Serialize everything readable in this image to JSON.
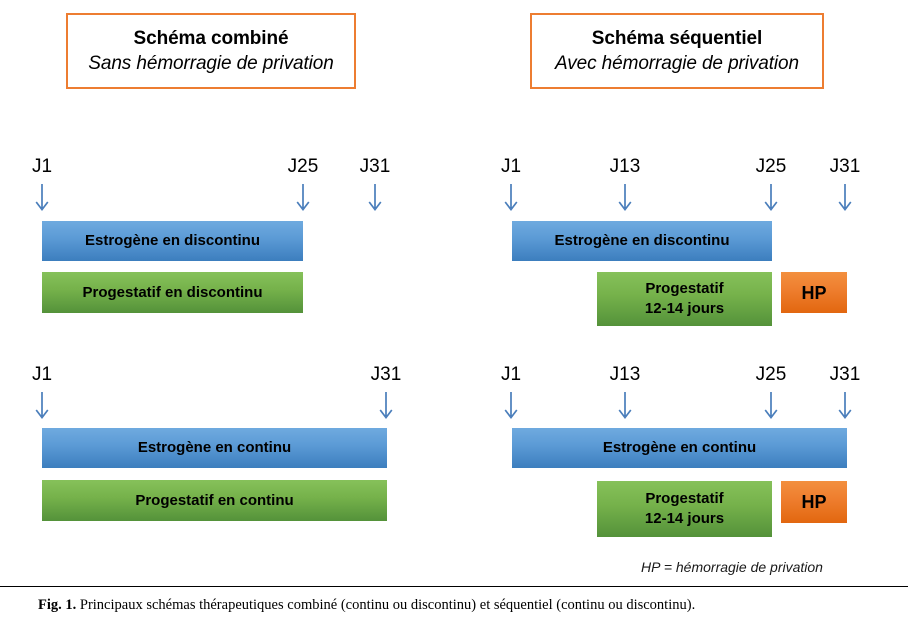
{
  "figure": {
    "caption_label": "Fig. 1.",
    "caption_text": " Principaux schémas thérapeutiques combiné (continu ou discontinu) et séquentiel (continu ou discontinu)."
  },
  "colors": {
    "accent_orange": "#ED7D31",
    "bar_blue": "#5B9BD5",
    "bar_green": "#70AD47",
    "bar_orange": "#ED7D31",
    "arrow_blue": "#4472C4",
    "background": "#FFFFFF"
  },
  "columns": [
    {
      "id": "combine",
      "header": {
        "title": "Schéma combiné",
        "subtitle": "Sans hémorragie de privation"
      },
      "schemes": [
        {
          "id": "combine-discontinu",
          "days": [
            {
              "label": "J1",
              "arrow": true
            },
            {
              "label": "J25",
              "arrow": true
            },
            {
              "label": "J31",
              "arrow": true
            }
          ],
          "bars": [
            {
              "id": "estrogene",
              "lines": [
                "Estrogène en discontinu"
              ],
              "color": "blue"
            },
            {
              "id": "progestatif",
              "lines": [
                "Progestatif en discontinu"
              ],
              "color": "green"
            }
          ]
        },
        {
          "id": "combine-continu",
          "days": [
            {
              "label": "J1",
              "arrow": true
            },
            {
              "label": "J31",
              "arrow": true
            }
          ],
          "bars": [
            {
              "id": "estrogene",
              "lines": [
                "Estrogène en continu"
              ],
              "color": "blue"
            },
            {
              "id": "progestatif",
              "lines": [
                "Progestatif en continu"
              ],
              "color": "green"
            }
          ]
        }
      ]
    },
    {
      "id": "sequentiel",
      "header": {
        "title": "Schéma séquentiel",
        "subtitle": "Avec hémorragie de privation"
      },
      "schemes": [
        {
          "id": "sequentiel-discontinu",
          "days": [
            {
              "label": "J1",
              "arrow": true
            },
            {
              "label": "J13",
              "arrow": true
            },
            {
              "label": "J25",
              "arrow": true
            },
            {
              "label": "J31",
              "arrow": true
            }
          ],
          "bars": [
            {
              "id": "estrogene",
              "lines": [
                "Estrogène en discontinu"
              ],
              "color": "blue"
            },
            {
              "id": "progestatif",
              "lines": [
                "Progestatif",
                "12-14 jours"
              ],
              "color": "green"
            },
            {
              "id": "hp",
              "lines": [
                "HP"
              ],
              "color": "orange"
            }
          ]
        },
        {
          "id": "sequentiel-continu",
          "days": [
            {
              "label": "J1",
              "arrow": true
            },
            {
              "label": "J13",
              "arrow": true
            },
            {
              "label": "J25",
              "arrow": true
            },
            {
              "label": "J31",
              "arrow": true
            }
          ],
          "bars": [
            {
              "id": "estrogene",
              "lines": [
                "Estrogène en continu"
              ],
              "color": "blue"
            },
            {
              "id": "progestatif",
              "lines": [
                "Progestatif",
                "12-14 jours"
              ],
              "color": "green"
            },
            {
              "id": "hp",
              "lines": [
                "HP"
              ],
              "color": "orange"
            }
          ]
        }
      ]
    }
  ],
  "legend": {
    "hp_note": "HP = hémorragie de privation"
  }
}
